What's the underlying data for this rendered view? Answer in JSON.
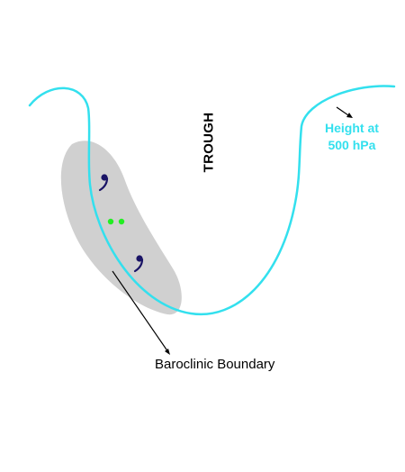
{
  "labels": {
    "trough": "TROUGH",
    "height_line1": "Height at",
    "height_line2": "500 hPa",
    "boundary": "Baroclinic Boundary"
  },
  "colors": {
    "height_contour": "#33e0ee",
    "boundary_band": "#d0d0d0",
    "precip_dots": "#22ee22",
    "drizzle_symbols": "#1a1466",
    "arrows": "#000000"
  },
  "symbols": [
    {
      "name": "drizzle-symbol",
      "count": 2
    },
    {
      "name": "rain-dots",
      "count": 2
    }
  ]
}
